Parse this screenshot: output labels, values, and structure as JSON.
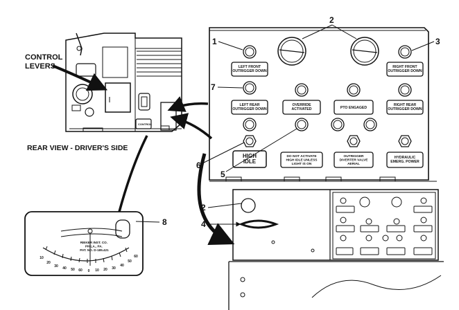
{
  "figure": {
    "side_heading": "CONTROL LEVERS",
    "side_heading_lines": [
      "CONTROL",
      "LEVERS"
    ],
    "rear_view_caption": "REAR VIEW - DRIVER'S SIDE",
    "callouts": [
      "1",
      "2",
      "3",
      "7",
      "6",
      "5",
      "2",
      "4",
      "8"
    ]
  },
  "panel_labels": {
    "left_front_outrigger": [
      "LEFT FRONT",
      "OUTRIGGER DOWN"
    ],
    "right_front_outrigger": [
      "RIGHT FRONT",
      "OUTRIGGER DOWN"
    ],
    "left_rear_outrigger": [
      "LEFT REAR",
      "OUTRIGGER DOWN"
    ],
    "override_activated": [
      "OVERRIDE",
      "ACTIVATED"
    ],
    "pto_engaged": [
      "PTO ENGAGED"
    ],
    "right_rear_outrigger": [
      "RIGHT REAR",
      "OUTRIGGER DOWN"
    ],
    "high_idle": [
      "HIGH",
      "IDLE"
    ],
    "do_not_activate": [
      "DO NOT ACTIVATE",
      "HIGH IDLE UNLESS",
      "LIGHT IS ON"
    ],
    "outrigger_diverter": [
      "OUTRIGGER",
      "DIVERTER VALVE",
      "AERIAL"
    ],
    "hydraulic_emerg_power": [
      "HYDRAULIC",
      "EMERG. POWER"
    ]
  },
  "inclinometer": {
    "maker_lines": [
      "RIEKER INST. CO.",
      "PHILA., PA.",
      "PAT. NO. D-185.421"
    ],
    "scale_labels": [
      "10",
      "20",
      "30",
      "40",
      "50",
      "60",
      "0",
      "10",
      "20",
      "30",
      "40",
      "50",
      "60"
    ]
  }
}
